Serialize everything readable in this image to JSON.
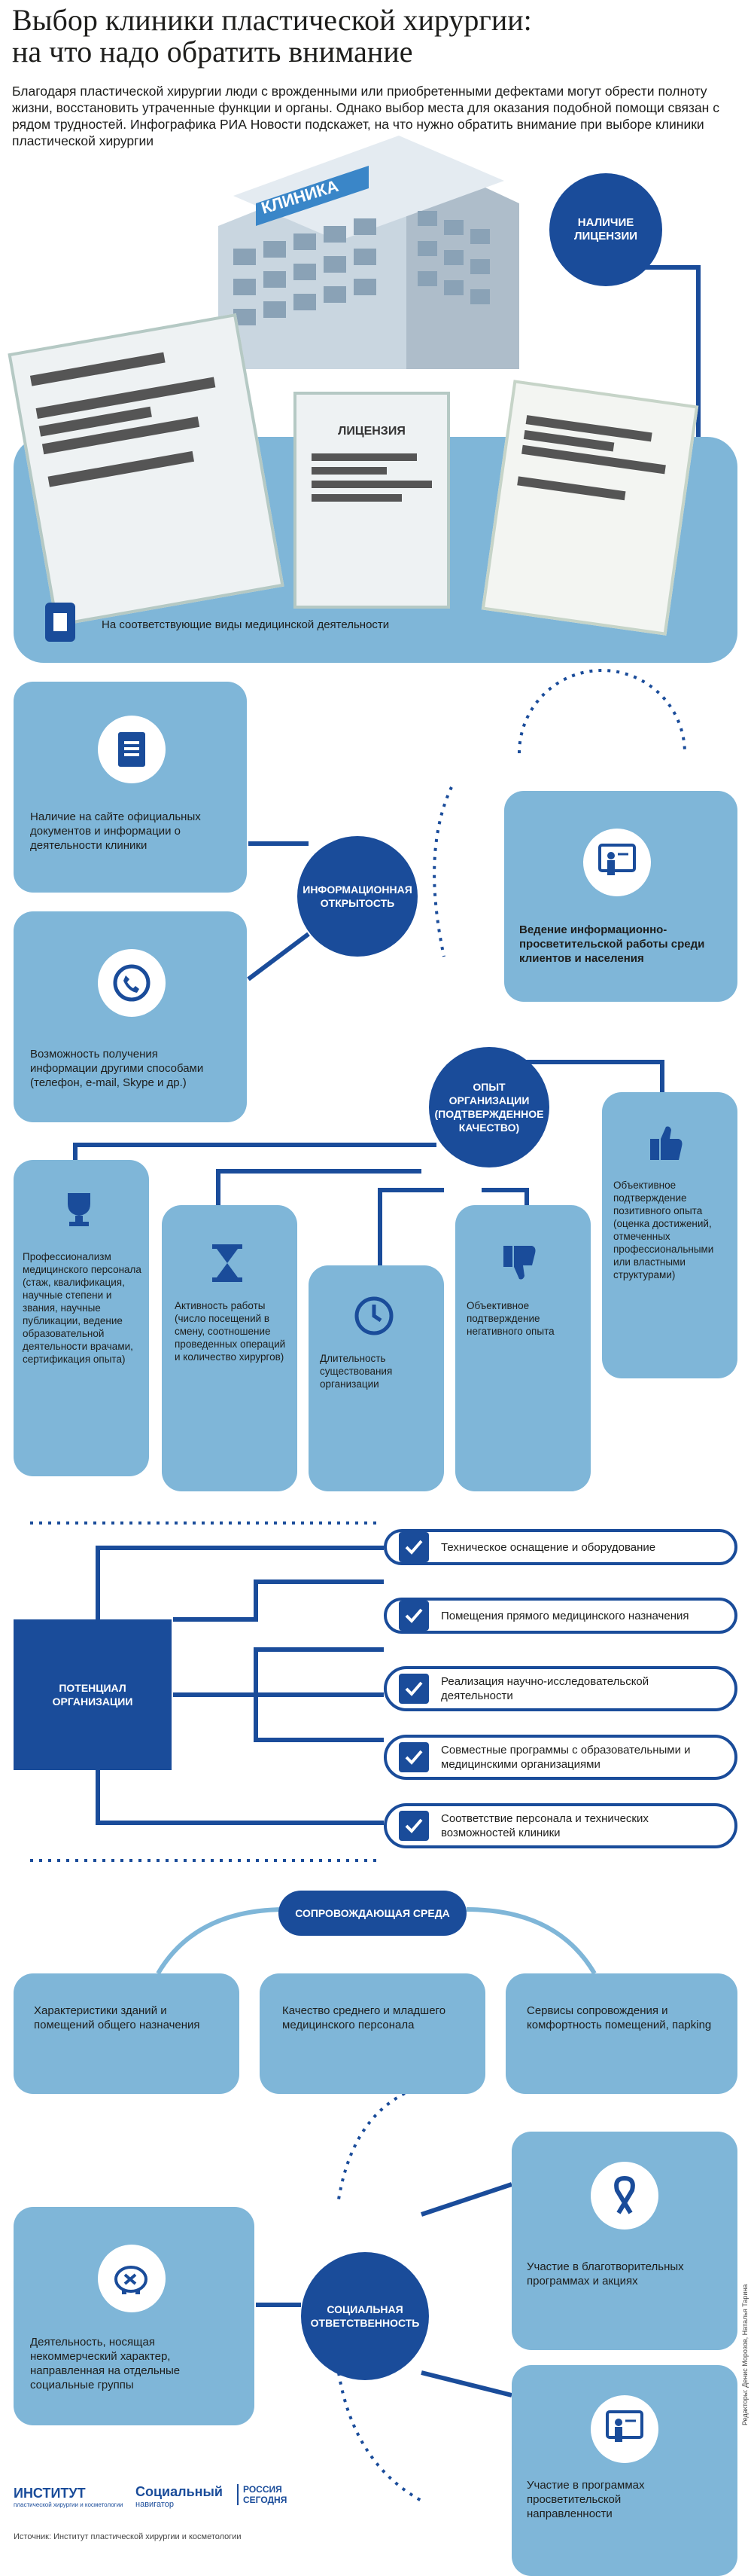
{
  "header": {
    "title_line1": "Выбор клиники пластической хирургии:",
    "title_line2": "на что надо обратить внимание",
    "intro": "Благодаря пластической хирургии люди с врожденными или приобретенными дефектами могут обрести полноту жизни, восстановить утраченные функции и органы. Однако выбор места для оказания подобной помощи связан с рядом трудностей. Инфографика РИА Новости подскажет, на что нужно обратить внимание при выборе клиники пластической хирургии"
  },
  "license": {
    "building_sign": "КЛИНИКА",
    "badge": "НАЛИЧИЕ ЛИЦЕНЗИИ",
    "doc_title": "ЛИЦЕНЗИЯ",
    "caption": "На соответствующие виды медицинской деятельности"
  },
  "info": {
    "badge": "ИНФОРМАЦИОННАЯ ОТКРЫТОСТЬ",
    "item1": "Наличие на сайте официальных документов и информации о деятельности клиники",
    "item2": "Возможность получения информации другими способами (телефон, e-mail, Skype и др.)",
    "item3": "Ведение информационно-просветительской работы среди клиентов и населения"
  },
  "experience": {
    "badge": "ОПЫТ ОРГАНИЗАЦИИ (ПОДТВЕРЖДЕННОЕ КАЧЕСТВО)",
    "c1": "Профессионализм медицинского персонала (стаж, квалификация, научные степени и звания, научные публикации, ведение образовательной деятельности врачами, сертификация опыта)",
    "c2": "Активность работы (число посещений в смену, соотношение проведенных операций и количество хирургов)",
    "c3": "Длительность существования организации",
    "c4": "Объективное подтверждение негативного опыта",
    "c5": "Объективное подтверждение позитивного опыта (оценка достижений, отмеченных профессиональными или властными структурами)"
  },
  "potential": {
    "badge": "ПОТЕНЦИАЛ ОРГАНИЗАЦИИ",
    "items": [
      "Техническое оснащение и оборудование",
      "Помещения прямого медицинского назначения",
      "Реализация научно-исследовательской деятельности",
      "Совместные программы с образовательными и медицинскими организациями",
      "Соответствие персонала и технических возможностей клиники"
    ]
  },
  "environment": {
    "badge": "СОПРОВОЖДАЮЩАЯ СРЕДА",
    "c1": "Характеристики зданий и помещений общего назначения",
    "c2": "Качество среднего и младшего медицинского персонала",
    "c3": "Сервисы сопровождения и комфортность помещений, парking"
  },
  "social": {
    "badge": "СОЦИАЛЬНАЯ ОТВЕТСТВЕННОСТЬ",
    "c1": "Участие в благотворительных программах и акциях",
    "c2": "Деятельность, носящая некоммерческий характер, направленная на отдельные социальные группы",
    "c3": "Участие в программах просветительской направленности"
  },
  "footer": {
    "logo1": "ИНСТИТУТ",
    "logo1_sub": "пластической хирургии и косметологии",
    "logo2": "Социальный",
    "logo2_sub": "навигатор",
    "logo3_a": "РОССИЯ",
    "logo3_b": "СЕГОДНЯ",
    "source": "Источник: Институт пластической хирургии и косметологии",
    "credits": "Редакторы: Денис Морозов, Наталья Тарина"
  },
  "colors": {
    "dark_blue": "#1a4c9a",
    "light_blue": "#7fb6d8",
    "mid_blue": "#5a9ccd"
  }
}
